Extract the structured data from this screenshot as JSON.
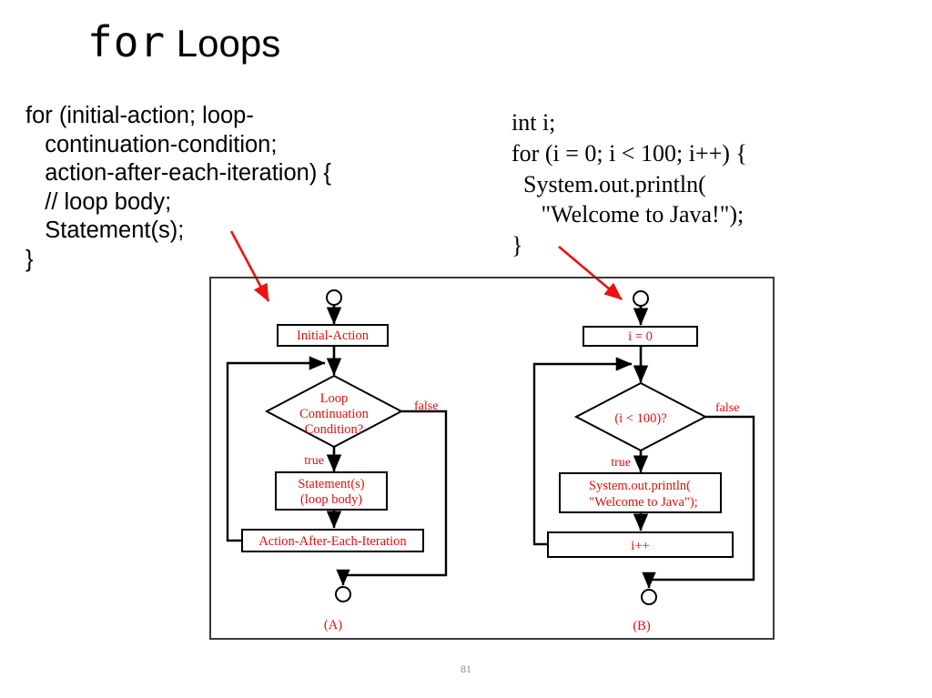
{
  "slide": {
    "title_mono": "for",
    "title_sans": " Loops",
    "page_number": "81",
    "accent_red": "#E01010",
    "line_black": "#000000",
    "arrow_red": "#EE1111"
  },
  "code_left": {
    "text": "for (initial-action; loop-\n   continuation-condition;\n   action-after-each-iteration) {\n   // loop body;\n   Statement(s);\n}"
  },
  "code_right": {
    "text": "int i;\nfor (i = 0; i < 100; i++) {\n  System.out.println(\n     \"Welcome to Java!\");\n}"
  },
  "chart_data": {
    "type": "diagram",
    "title": "for Loops flowcharts",
    "diagrams": [
      {
        "caption": "(A)",
        "nodes": [
          {
            "id": "start",
            "kind": "terminator-circle",
            "label": ""
          },
          {
            "id": "init",
            "kind": "process",
            "label": "Initial-Action"
          },
          {
            "id": "cond",
            "kind": "decision",
            "label": "Loop\nContinuation\nCondition?"
          },
          {
            "id": "body",
            "kind": "process",
            "label": "Statement(s)\n(loop body)"
          },
          {
            "id": "after",
            "kind": "process",
            "label": "Action-After-Each-Iteration"
          },
          {
            "id": "end",
            "kind": "terminator-circle",
            "label": ""
          }
        ],
        "edge_labels": {
          "true": "true",
          "false": "false"
        },
        "edges": [
          {
            "from": "start",
            "to": "init",
            "label": ""
          },
          {
            "from": "init",
            "to": "cond",
            "label": ""
          },
          {
            "from": "cond",
            "to": "body",
            "label": "true"
          },
          {
            "from": "cond",
            "to": "end",
            "label": "false"
          },
          {
            "from": "body",
            "to": "after",
            "label": ""
          },
          {
            "from": "after",
            "to": "cond",
            "label": ""
          }
        ]
      },
      {
        "caption": "(B)",
        "nodes": [
          {
            "id": "start",
            "kind": "terminator-circle",
            "label": ""
          },
          {
            "id": "init",
            "kind": "process",
            "label": "i = 0"
          },
          {
            "id": "cond",
            "kind": "decision",
            "label": "(i < 100)?"
          },
          {
            "id": "body",
            "kind": "process",
            "label": "System.out.println(\n\"Welcome to Java\");"
          },
          {
            "id": "after",
            "kind": "process",
            "label": "i++"
          },
          {
            "id": "end",
            "kind": "terminator-circle",
            "label": ""
          }
        ],
        "edge_labels": {
          "true": "true",
          "false": "false"
        },
        "edges": [
          {
            "from": "start",
            "to": "init",
            "label": ""
          },
          {
            "from": "init",
            "to": "cond",
            "label": ""
          },
          {
            "from": "cond",
            "to": "body",
            "label": "true"
          },
          {
            "from": "cond",
            "to": "end",
            "label": "false"
          },
          {
            "from": "body",
            "to": "after",
            "label": ""
          },
          {
            "from": "after",
            "to": "cond",
            "label": ""
          }
        ]
      }
    ],
    "annotations": [
      {
        "name": "arrow-to-diagram-a",
        "color": "#EE1111"
      },
      {
        "name": "arrow-to-diagram-b",
        "color": "#EE1111"
      }
    ]
  },
  "flow_a": {
    "init": "Initial-Action",
    "cond_l1": "Loop",
    "cond_l2": "Continuation",
    "cond_l3": "Condition?",
    "body_l1": "Statement(s)",
    "body_l2": "(loop body)",
    "after": "Action-After-Each-Iteration",
    "true": "true",
    "false": "false",
    "caption": "(A)"
  },
  "flow_b": {
    "init": "i = 0",
    "cond": "(i < 100)?",
    "body_l1": "System.out.println(",
    "body_l2": "\"Welcome to Java\");",
    "after": "i++",
    "true": "true",
    "false": "false",
    "caption": "(B)"
  }
}
